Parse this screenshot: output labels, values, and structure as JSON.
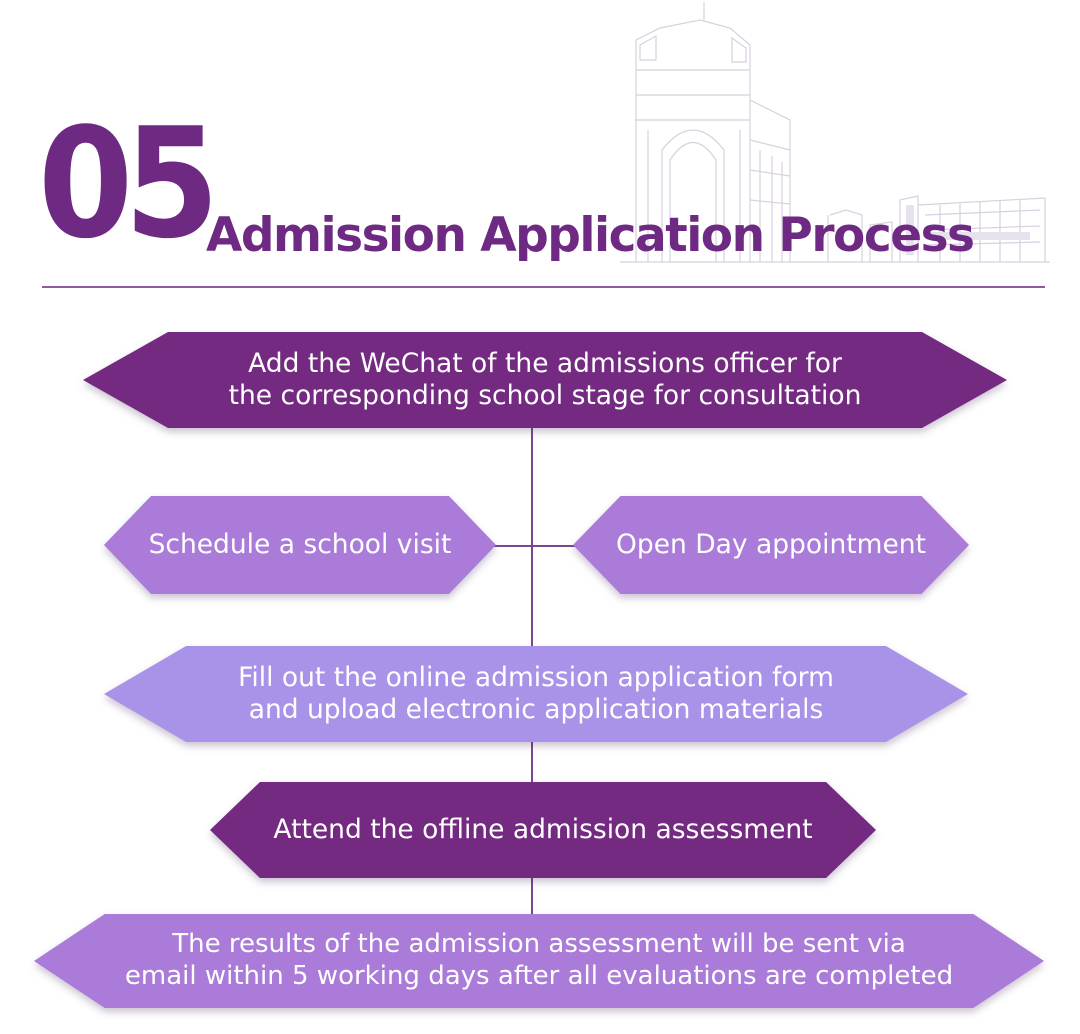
{
  "header": {
    "number": "05",
    "title": "Admission Application Process"
  },
  "colors": {
    "primary": "#6e2a82",
    "dark_step": "#732a80",
    "light_step": "#ab7bd9",
    "periwinkle_step": "#a993e8",
    "connector": "#7a4690"
  },
  "icons": {
    "building": "building-sketch-illustration"
  },
  "steps": {
    "consultation": {
      "line1": "Add the WeChat of the admissions officer for",
      "line2": "the corresponding school stage for consultation"
    },
    "school_visit": "Schedule a school visit",
    "open_day": "Open Day appointment",
    "application_form": {
      "line1": "Fill out the online admission application form",
      "line2": "and upload electronic application materials"
    },
    "assessment": "Attend the offline admission assessment",
    "results": {
      "line1": "The results of the admission assessment will be sent via",
      "line2": "email within 5 working days after all evaluations are completed"
    }
  }
}
